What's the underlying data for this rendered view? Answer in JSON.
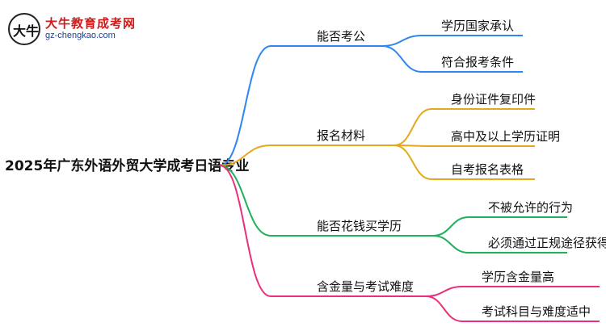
{
  "logo": {
    "badge_text": "大牛",
    "name": "大牛教育成考网",
    "url": "gz-chengkao.com"
  },
  "mindmap": {
    "root": "2025年广东外语外贸大学成考日语专业",
    "branches": [
      {
        "label": "能否考公",
        "color": "#2e86f0",
        "children": [
          "学历国家承认",
          "符合报考条件"
        ]
      },
      {
        "label": "报名材料",
        "color": "#e3a91b",
        "children": [
          "身份证件复印件",
          "高中及以上学历证明",
          "自考报名表格"
        ]
      },
      {
        "label": "能否花钱买学历",
        "color": "#1fb05a",
        "children": [
          "不被允许的行为",
          "必须通过正规途径获得"
        ]
      },
      {
        "label": "含金量与考试难度",
        "color": "#e8317a",
        "children": [
          "学历含金量高",
          "考试科目与难度适中"
        ]
      }
    ]
  }
}
